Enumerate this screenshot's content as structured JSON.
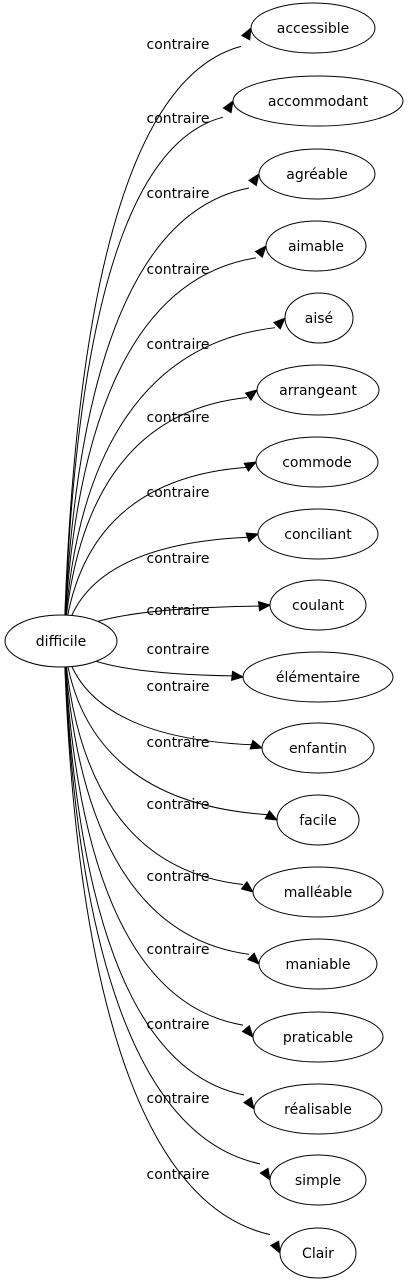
{
  "graph": {
    "source": "difficile",
    "edges": [
      {
        "label": "contraire",
        "target": "accessible"
      },
      {
        "label": "contraire",
        "target": "accommodant"
      },
      {
        "label": "contraire",
        "target": "agréable"
      },
      {
        "label": "contraire",
        "target": "aimable"
      },
      {
        "label": "contraire",
        "target": "aisé"
      },
      {
        "label": "contraire",
        "target": "arrangeant"
      },
      {
        "label": "contraire",
        "target": "commode"
      },
      {
        "label": "contraire",
        "target": "conciliant"
      },
      {
        "label": "contraire",
        "target": "coulant"
      },
      {
        "label": "contraire",
        "target": "élémentaire"
      },
      {
        "label": "contraire",
        "target": "enfantin"
      },
      {
        "label": "contraire",
        "target": "facile"
      },
      {
        "label": "contraire",
        "target": "malléable"
      },
      {
        "label": "contraire",
        "target": "maniable"
      },
      {
        "label": "contraire",
        "target": "praticable"
      },
      {
        "label": "contraire",
        "target": "réalisable"
      },
      {
        "label": "contraire",
        "target": "simple"
      },
      {
        "label": "contraire",
        "target": "Clair"
      }
    ]
  }
}
